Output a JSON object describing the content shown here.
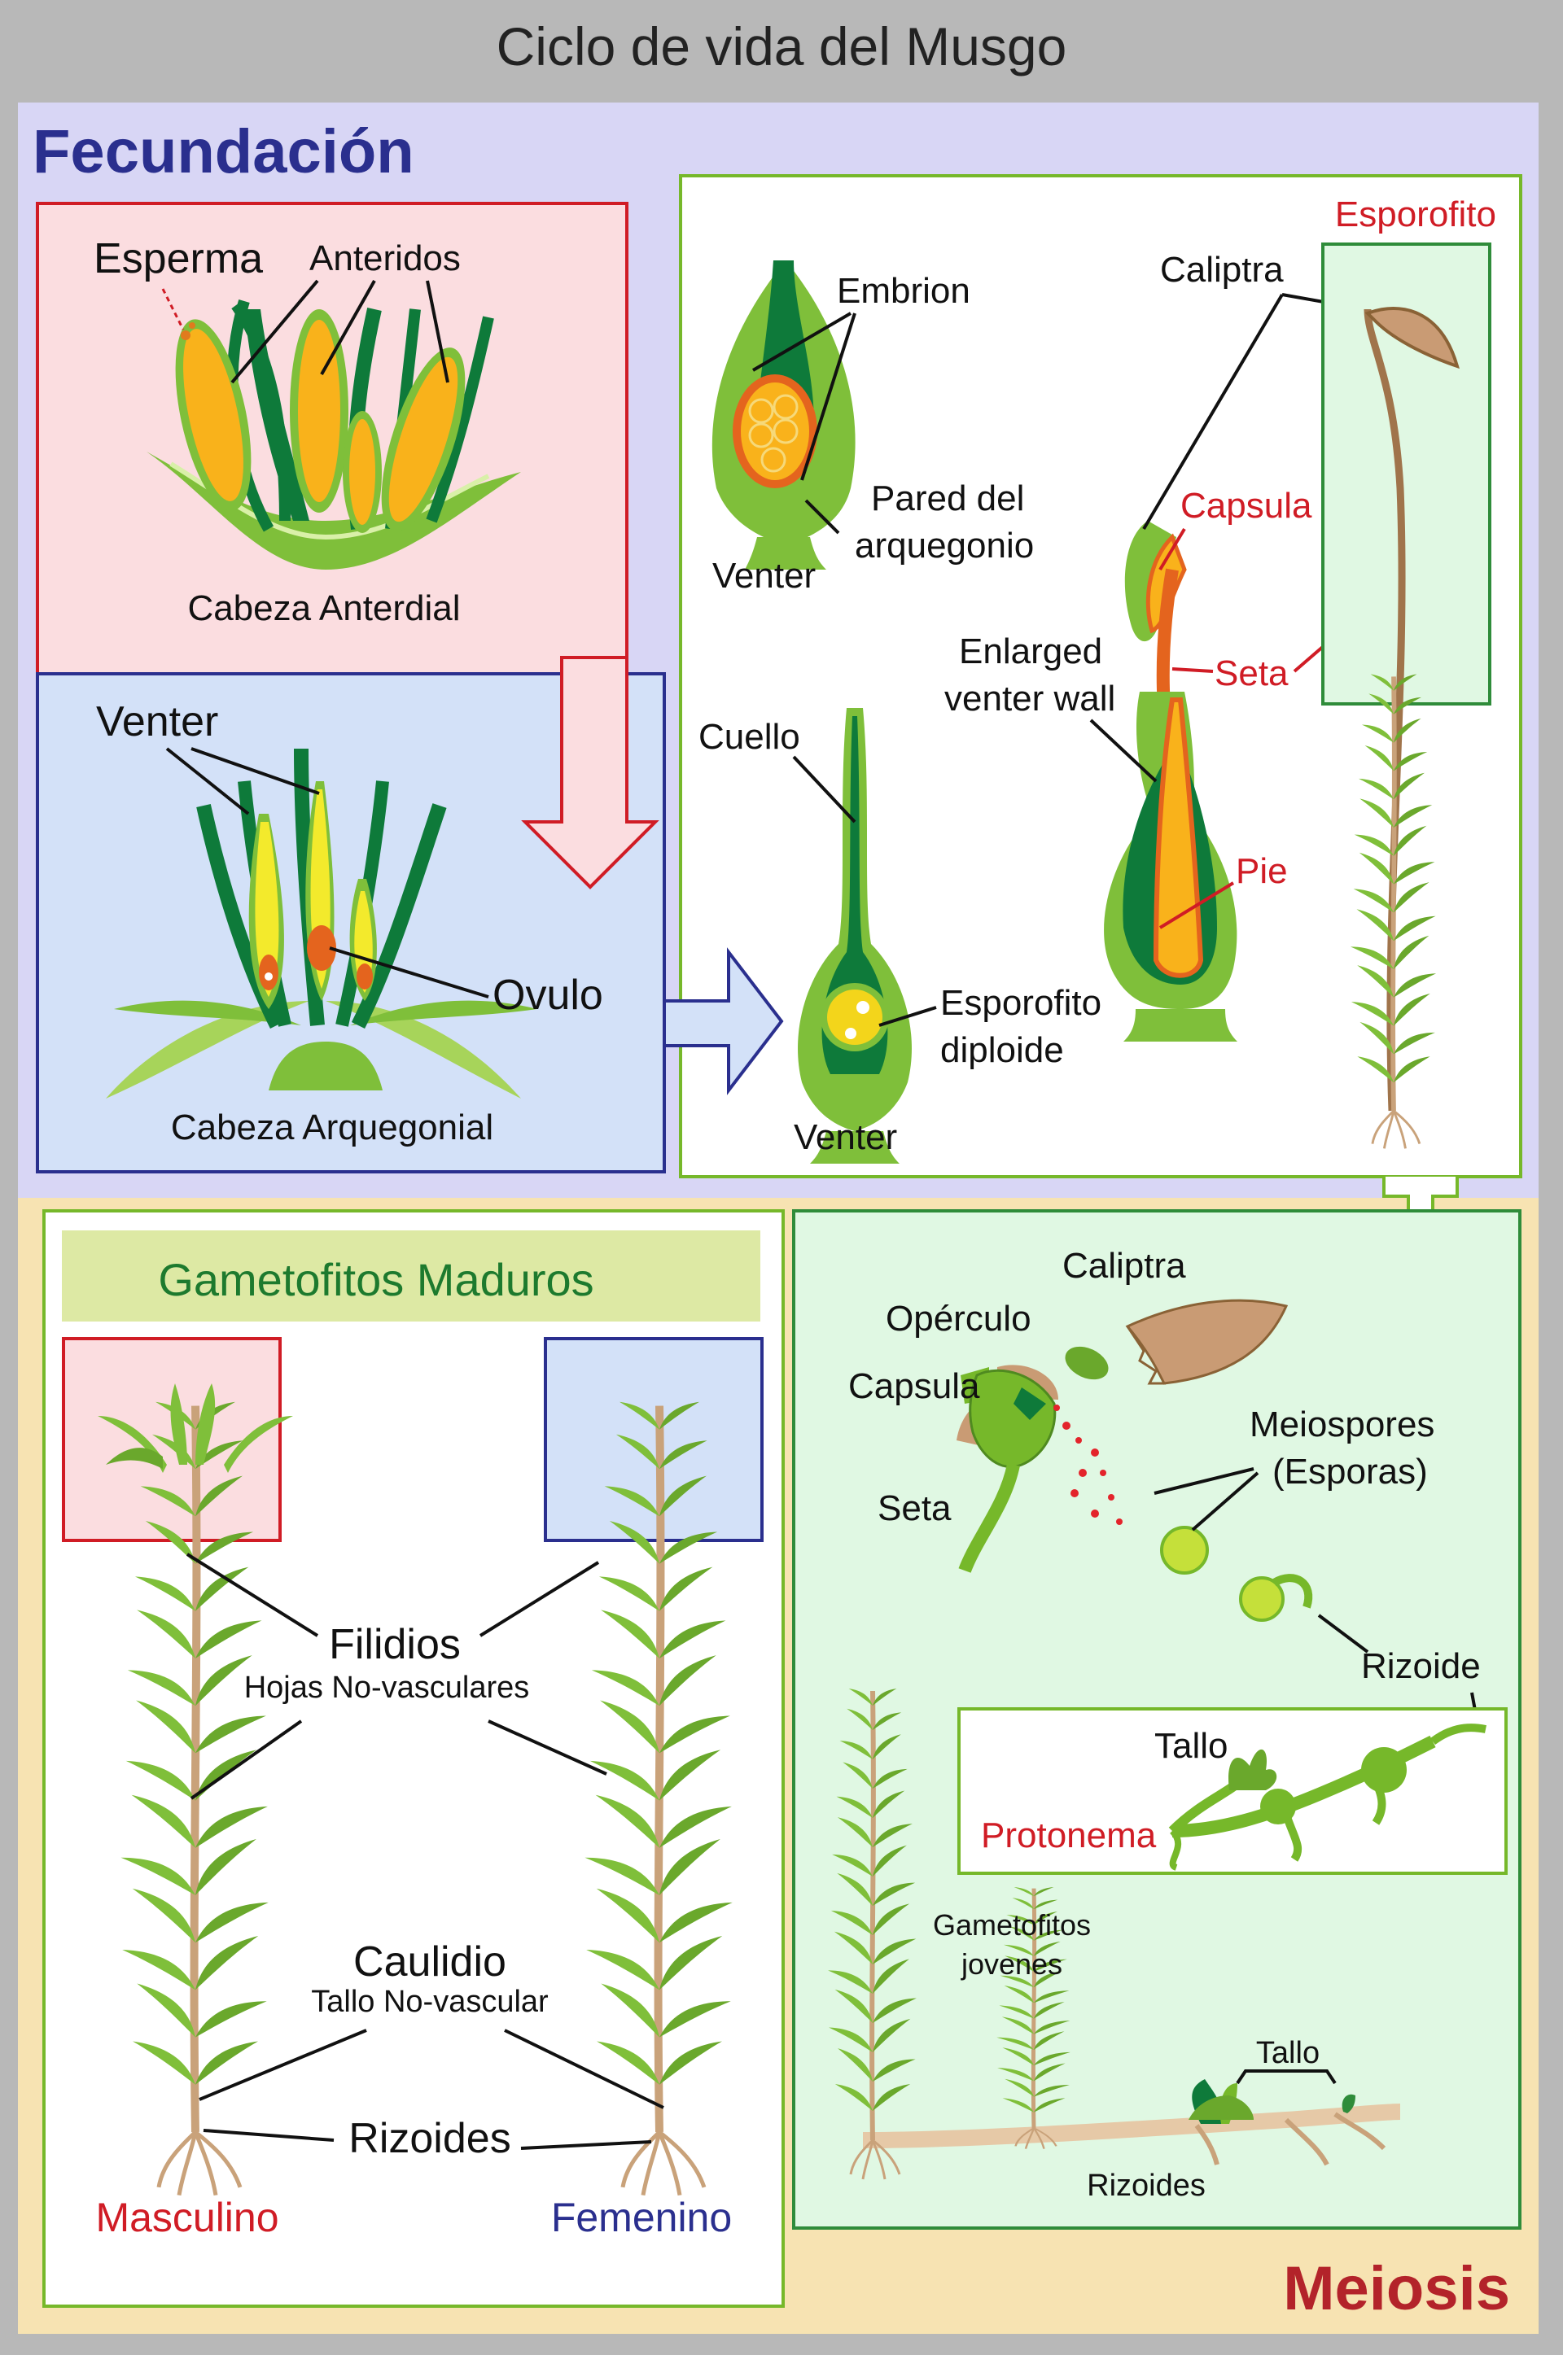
{
  "title": "Ciclo de vida del Musgo",
  "sections": {
    "fertilization": "Fecundación",
    "meiosis": "Meiosis"
  },
  "antheridial": {
    "sperm": "Esperma",
    "antheridia": "Anteridos",
    "caption": "Cabeza Anterdial"
  },
  "archegonial": {
    "venter": "Venter",
    "ovum": "Ovulo",
    "caption": "Cabeza Arquegonial"
  },
  "embryo": {
    "embryo": "Embrion",
    "wall_line1": "Pared del",
    "wall_line2": "arquegonio",
    "venter": "Venter"
  },
  "archegonium": {
    "neck": "Cuello",
    "sporophyte_line1": "Esporofito",
    "sporophyte_line2": "diploide",
    "venter": "Venter"
  },
  "sporophyte": {
    "title": "Esporofito",
    "calyptra": "Caliptra",
    "capsule": "Capsula",
    "enlarged_line1": "Enlarged",
    "enlarged_line2": "venter wall",
    "seta": "Seta",
    "foot": "Pie"
  },
  "gametophytes": {
    "header": "Gametofitos Maduros",
    "leaves": "Filidios",
    "leaves_sub": "Hojas No-vasculares",
    "stem": "Caulidio",
    "stem_sub": "Tallo No-vascular",
    "rhizoids": "Rizoides",
    "male": "Masculino",
    "female": "Femenino"
  },
  "spores": {
    "calyptra": "Caliptra",
    "operculum": "Opérculo",
    "capsule": "Capsula",
    "seta": "Seta",
    "meiospores_line1": "Meiospores",
    "meiospores_line2": "(Esporas)",
    "rhizoid": "Rizoide",
    "stem": "Tallo",
    "protonema": "Protonema",
    "young_line1": "Gametofitos",
    "young_line2": "jovenes",
    "stem2": "Tallo",
    "rhizoids": "Rizoides"
  },
  "colors": {
    "fertilization_bg": "#d8d6f5",
    "meiosis_bg": "#f7e3b2",
    "antheridial_bg": "#fbdde0",
    "archegonial_bg": "#d3e1f8",
    "spore_bg": "#e0f8e3",
    "plant_green": "#76b82a",
    "dark_green": "#0e7a3a",
    "accent_red": "#d01c25",
    "accent_blue": "#2a2f8e"
  }
}
